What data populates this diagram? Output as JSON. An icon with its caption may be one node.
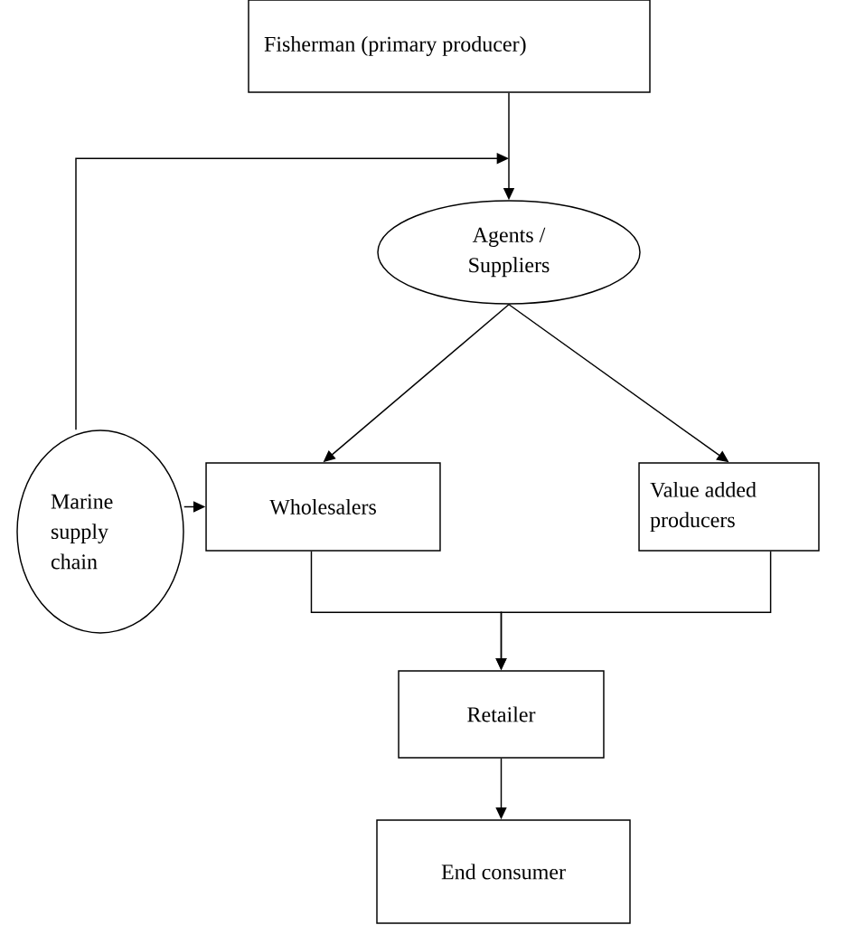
{
  "diagram": {
    "nodes": [
      {
        "text": [
          "Fisherman (primary producer)"
        ]
      },
      {
        "text": [
          "Agents / Suppliers"
        ]
      },
      {
        "text": [
          "Wholesalers"
        ]
      },
      {
        "text": [
          "Value added producers"
        ]
      },
      {
        "text": [
          "Marine supply chain"
        ]
      },
      {
        "text": [
          "Retailer"
        ]
      },
      {
        "text": [
          "End consumer"
        ]
      }
    ],
    "edges": [
      {
        "from": 0,
        "to": 1,
        "arrow": "to"
      },
      {
        "from": 1,
        "to": 2,
        "arrow": "to"
      },
      {
        "from": 1,
        "to": 3,
        "arrow": "to"
      },
      {
        "from": 4,
        "to": 1,
        "arrow": "to"
      },
      {
        "from": 4,
        "to": 2,
        "arrow": "to"
      },
      {
        "from": 2,
        "to": 5,
        "arrow": "to"
      },
      {
        "from": 3,
        "to": 5,
        "arrow": "to"
      },
      {
        "from": 5,
        "to": 6,
        "arrow": "to"
      }
    ]
  }
}
